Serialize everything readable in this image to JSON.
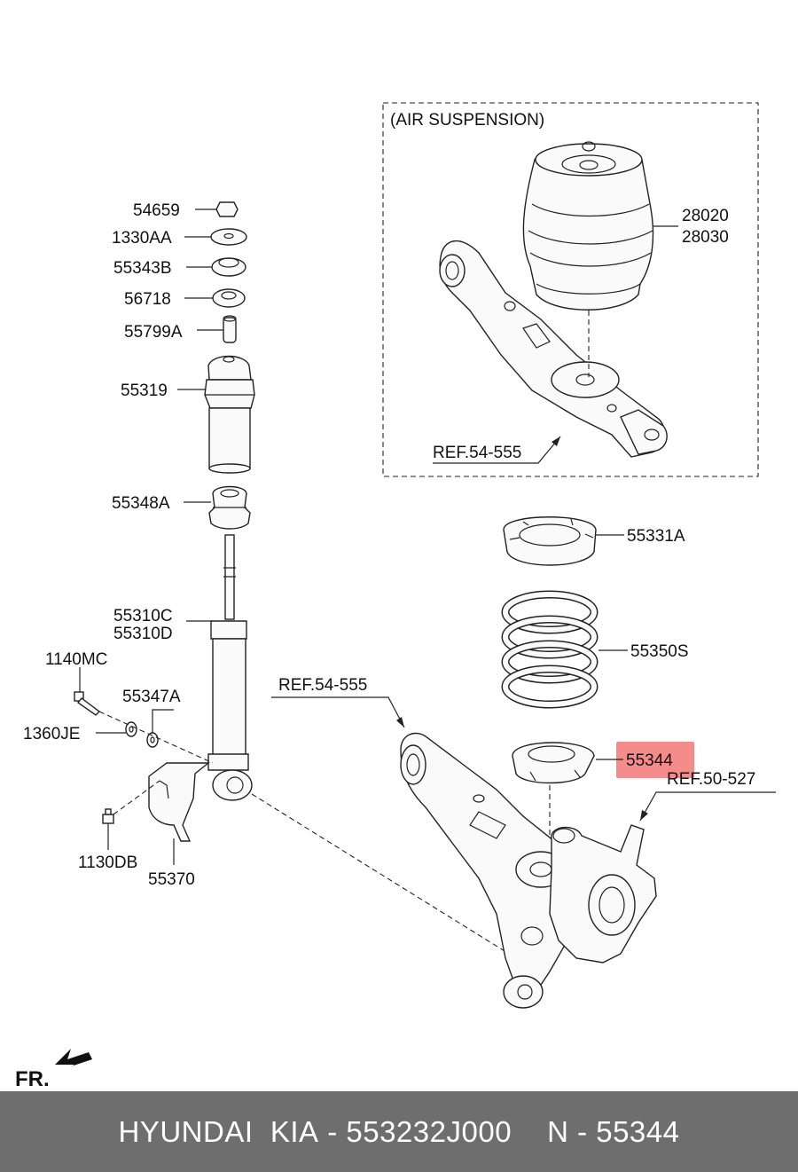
{
  "inset": {
    "title": "(AIR SUSPENSION)",
    "ref": "REF.54-555"
  },
  "labels": {
    "p54659": "54659",
    "p1330AA": "1330AA",
    "p55343B": "55343B",
    "p56718": "56718",
    "p55799A": "55799A",
    "p55319": "55319",
    "p55348A": "55348A",
    "p55310C": "55310C",
    "p55310D": "55310D",
    "p1140MC": "1140MC",
    "p55347A": "55347A",
    "p1360JE": "1360JE",
    "p1130DB": "1130DB",
    "p55370": "55370",
    "p28020": "28020",
    "p28030": "28030",
    "p55331A": "55331A",
    "p55350S": "55350S",
    "p55344": "55344",
    "ref_arm": "REF.54-555",
    "ref_knuckle": "REF.50-527"
  },
  "highlight": {
    "part": "55344",
    "color": "#f26b6b"
  },
  "direction": {
    "label": "FR."
  },
  "footer": {
    "brand": "HYUNDAI  KIA",
    "part_number": "- 553232J000",
    "ref": "N - 55344"
  }
}
